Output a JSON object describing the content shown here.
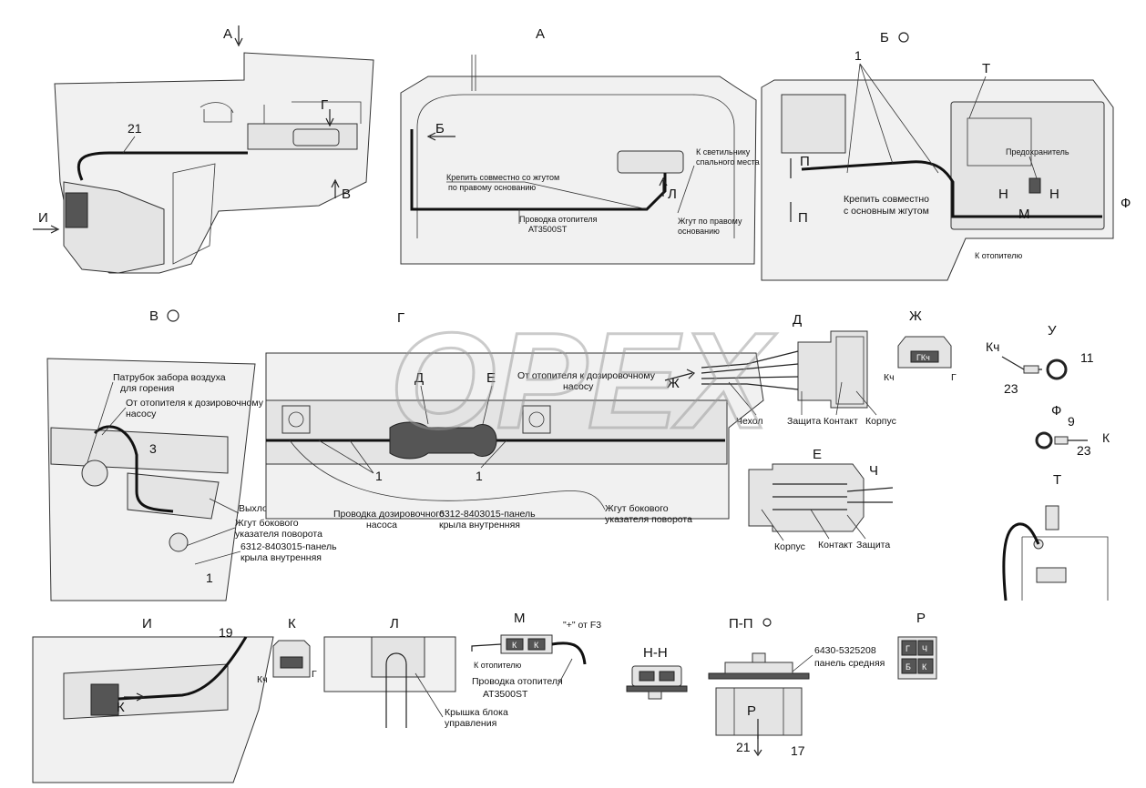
{
  "views": {
    "a_left_title": "А",
    "a_top_title": "А",
    "b_title": "Б",
    "v_title": "В",
    "zh_title": "Ж",
    "u_title": "У",
    "f_title": "Ф",
    "e_title": "Е",
    "t_title": "Т",
    "i_title": "И",
    "k_title": "К",
    "l_title": "Л",
    "m_title": "М",
    "nn_title": "Н-Н",
    "pp_title": "П-П",
    "r_title": "Р",
    "g_title": "Г",
    "d_title": "Д"
  },
  "view_a_left": {
    "num_21": "21",
    "arrow_i": "И",
    "arrow_v": "В",
    "arrow_g": "Г"
  },
  "view_a_top": {
    "arrow_b": "Б",
    "arrow_l": "Л",
    "krepit": "Крепить совместно со жгутом",
    "krepit2": "по правому основанию",
    "provodka": "Проводка отопителя",
    "provodka2": "АТ3500ST",
    "svetilnik": "К светильнику",
    "svetilnik2": "спального места",
    "zhgut": "Жгут по правому",
    "zhgut2": "основанию"
  },
  "view_b": {
    "num_1": "1",
    "p_top": "П",
    "p_bottom": "П",
    "t": "Т",
    "predohranitel": "Предохранитель",
    "n_left": "Н",
    "n_right": "Н",
    "m": "М",
    "f": "Ф",
    "krepit": "Крепить совместно",
    "krepit2": "с основным жгутом",
    "k_otopitelyu": "К отопителю"
  },
  "view_v": {
    "patrubok": "Патрубок забора воздуха",
    "patrubok2": "для горения",
    "ot_otopitelya": "От отопителя к дозировочному",
    "ot_otopitelya2": "насосу",
    "num_3": "3",
    "vyhlopnaya": "Выхлопная труба",
    "zhgut_bok": "Жгут бокового",
    "zhgut_bok2": "указателя поворота",
    "panel": "6312-8403015-панель",
    "panel2": "крыла внутренняя",
    "num_1": "1"
  },
  "view_g": {
    "d": "Д",
    "e": "Е",
    "zh": "Ж",
    "ot_otopitelya": "От отопителя к дозировочному",
    "ot_otopitelya2": "насосу",
    "num_1a": "1",
    "num_1b": "1",
    "provodka": "Проводка дозировочного",
    "provodka2": "насоса",
    "panel": "6312-8403015-панель",
    "panel2": "крыла внутренняя",
    "zhgut_bok": "Жгут бокового",
    "zhgut_bok2": "указателя поворота"
  },
  "view_d": {
    "chehol": "Чехол",
    "zashchita": "Защита",
    "kontakt": "Контакт",
    "korpus": "Корпус"
  },
  "view_zh": {
    "kch": "Кч",
    "g": "Г",
    "chip": "ГКч"
  },
  "view_u": {
    "kch": "Кч",
    "num_11": "11",
    "num_23": "23"
  },
  "view_f": {
    "num_9": "9",
    "num_23": "23",
    "k": "К"
  },
  "view_e": {
    "ch": "Ч",
    "korpus": "Корпус",
    "kontakt": "Контакт",
    "zashchita": "Защита"
  },
  "view_i": {
    "num_19": "19",
    "k": "К"
  },
  "view_k": {
    "kch": "Кч",
    "g": "Г"
  },
  "view_l": {
    "kryshka": "Крышка блока",
    "kryshka2": "управления"
  },
  "view_m": {
    "plus_f3": "\"+\" от F3",
    "k_otopitelyu": "К отопителю",
    "provodka": "Проводка отопителя",
    "provodka2": "АТ3500ST",
    "pin_k1": "К",
    "pin_k2": "К"
  },
  "view_pp": {
    "panel_code": "6430-5325208",
    "panel_name": "панель средняя",
    "p": "Р",
    "num_21": "21",
    "num_17": "17"
  },
  "view_r": {
    "g": "Г",
    "ch": "Ч",
    "b": "Б",
    "k": "К"
  },
  "watermark": "OPEX"
}
